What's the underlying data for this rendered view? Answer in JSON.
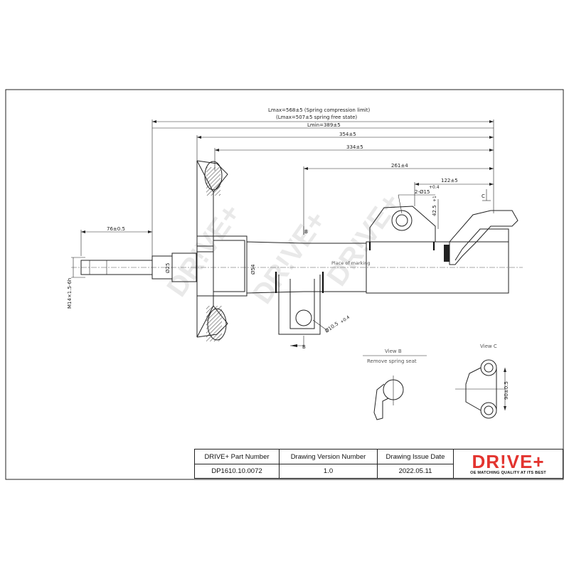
{
  "drawing": {
    "dims": {
      "lmax_limit": "Lmax=568±5 (Spring compression limit)",
      "lmax_free": "(Lmax=507±5 spring free state)",
      "lmin": "Lmin=389±5",
      "d354": "354±5",
      "d334": "334±5",
      "d261": "261±4",
      "d122": "122±5",
      "d76": "76±0.5",
      "hole2": "2-Ø15",
      "hole2_tol": "+0.4",
      "d42": "42.5",
      "d42_tol": "+1",
      "thread": "M14×1.5-6h",
      "dia25": "Ø25",
      "dia54": "Ø54",
      "hole_small": "Ø10.5",
      "hole_small_tol": "+0.4",
      "d90": "90±0.5"
    },
    "labels": {
      "place_marking": "Place of marking",
      "section_b": "B",
      "section_c": "C",
      "view_b": "View B",
      "view_b_note": "Remove spring seat",
      "view_c": "View C"
    },
    "watermark": "DR!VE+"
  },
  "title_block": {
    "part_number_header": "DRIVE+ Part Number",
    "part_number": "DP1610.10.0072",
    "version_header": "Drawing Version Number",
    "version": "1.0",
    "date_header": "Drawing Issue Date",
    "date": "2022.05.11",
    "logo": "DR!VE+",
    "logo_tagline": "OE MATCHING QUALITY AT ITS BEST",
    "brand_color": "#e3342f"
  }
}
